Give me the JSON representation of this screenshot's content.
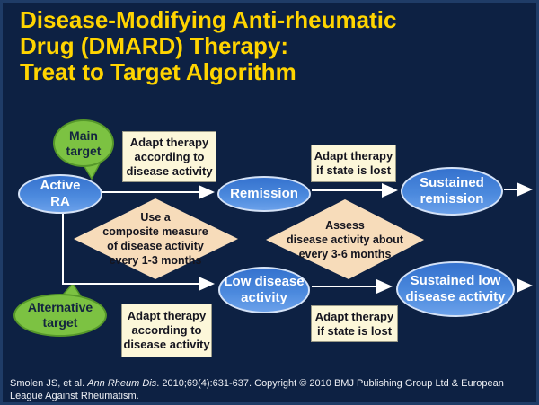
{
  "slide": {
    "title_lines": [
      "Disease-Modifying Anti-rheumatic",
      "Drug (DMARD) Therapy:",
      "Treat to Target Algorithm"
    ],
    "citation": {
      "pre": "Smolen JS, et al. ",
      "italic": "Ann Rheum Dis",
      "post": ". 2010;69(4):631-637. Copyright © 2010 BMJ Publishing Group Ltd & European League Against Rheumatism."
    }
  },
  "flowchart": {
    "main_target_lines": [
      "Main",
      "target"
    ],
    "alternative_target_lines": [
      "Alternative",
      "target"
    ],
    "active_ra_lines": [
      "Active",
      "RA"
    ],
    "remission_label": "Remission",
    "sustained_remission_lines": [
      "Sustained",
      "remission"
    ],
    "low_disease_lines": [
      "Low disease",
      "activity"
    ],
    "sustained_low_lines": [
      "Sustained low",
      "disease activity"
    ],
    "adapt_therapy_lines": [
      "Adapt therapy",
      "according to",
      "disease activity"
    ],
    "adapt_if_lost_lines": [
      "Adapt therapy",
      "if state is lost"
    ],
    "diamond_composite_lines": [
      "Use a",
      "composite measure",
      "of disease activity",
      "every 1-3 months"
    ],
    "diamond_assess_lines": [
      "Assess",
      "disease activity about",
      "every 3-6 months"
    ]
  },
  "colors": {
    "background": "#0d2143",
    "frame": "#1f3c67",
    "title_gold": "#ffd400",
    "node_blue": "#4b89dd",
    "node_blue_border": "#d4e2f7",
    "callout_green": "#7cc242",
    "box_cream": "#fcf7d9",
    "diamond_peach": "#f7dcba",
    "arrow_white": "#ffffff",
    "dark_text": "#15151f"
  }
}
